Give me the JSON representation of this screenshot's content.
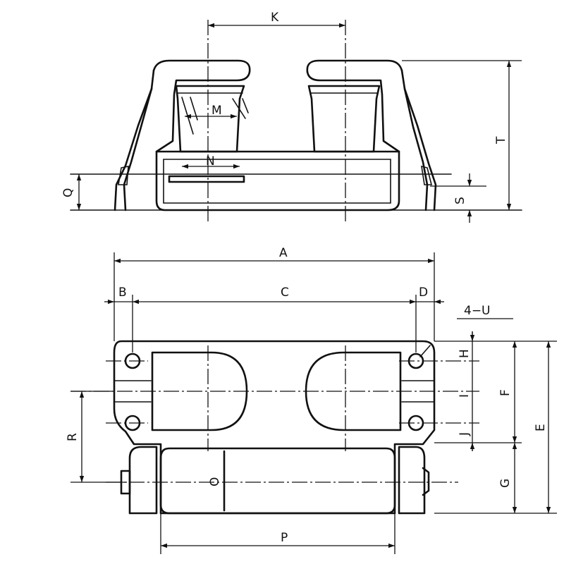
{
  "labels": {
    "A": "A",
    "B": "B",
    "C": "C",
    "D": "D",
    "E": "E",
    "F": "F",
    "G": "G",
    "H": "H",
    "I": "I",
    "J": "J",
    "K": "K",
    "M": "M",
    "N": "N",
    "O": "O",
    "P": "P",
    "Q": "Q",
    "R": "R",
    "S": "S",
    "T": "T",
    "U": "4−U"
  }
}
